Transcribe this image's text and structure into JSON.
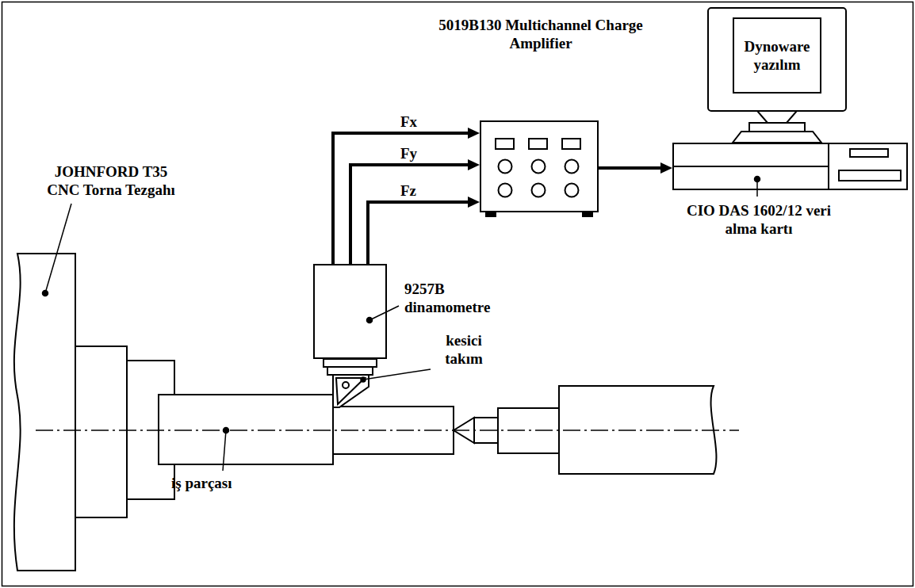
{
  "diagram": {
    "nodes": [
      {
        "text": [
          "5019B130 Multichannel Charge Amplifier"
        ]
      },
      {
        "text": [
          "Dynoware yazılım"
        ]
      },
      {
        "text": [
          "CIO DAS 1602/12 veri alma kartı"
        ]
      },
      {
        "text": [
          "9257B dinamometre"
        ]
      }
    ],
    "edges": [
      {
        "from": 3,
        "to": 0,
        "arrow": "to",
        "label": "Fx"
      },
      {
        "from": 3,
        "to": 0,
        "arrow": "to",
        "label": "Fy"
      },
      {
        "from": 3,
        "to": 0,
        "arrow": "to",
        "label": "Fz"
      },
      {
        "from": 0,
        "to": 2,
        "arrow": "to"
      }
    ],
    "labels": [
      "JOHNFORD T35 CNC Torna Tezgahı",
      "kesici takım",
      "iş parçası"
    ]
  }
}
